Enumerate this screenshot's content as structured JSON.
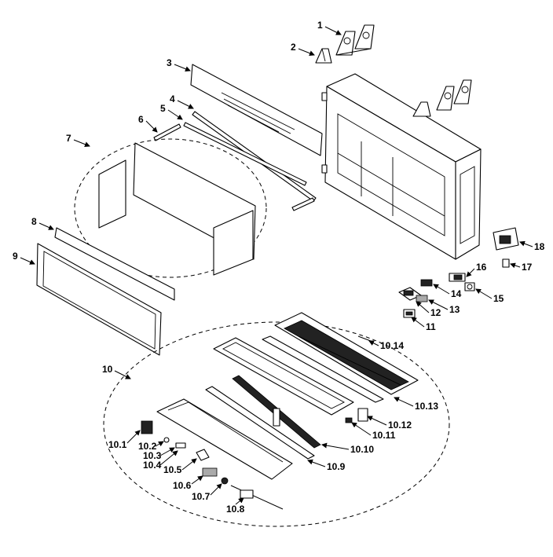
{
  "diagram": {
    "callouts": {
      "c1": "1",
      "c2": "2",
      "c3": "3",
      "c4": "4",
      "c5": "5",
      "c6": "6",
      "c7": "7",
      "c8": "8",
      "c9": "9",
      "c10": "10",
      "c11": "11",
      "c12": "12",
      "c13": "13",
      "c14": "14",
      "c15": "15",
      "c16": "16",
      "c17": "17",
      "c18": "18",
      "c10_1": "10.1",
      "c10_2": "10.2",
      "c10_3": "10.3",
      "c10_4": "10.4",
      "c10_5": "10.5",
      "c10_6": "10.6",
      "c10_7": "10.7",
      "c10_8": "10.8",
      "c10_9": "10.9",
      "c10_10": "10.10",
      "c10_11": "10.11",
      "c10_12": "10.12",
      "c10_13": "10.13",
      "c10_14": "10.14"
    }
  }
}
